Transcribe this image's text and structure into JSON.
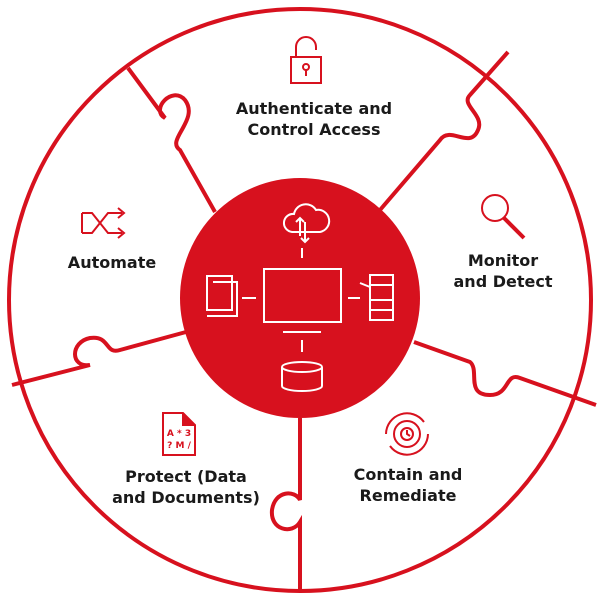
{
  "colors": {
    "accent": "#d7111e",
    "text": "#1a1a1a"
  },
  "center": {
    "icons": [
      "cloud-sync-icon",
      "documents-icon",
      "monitor-icon",
      "printer-icon",
      "database-icon"
    ]
  },
  "segments": [
    {
      "icon": "padlock-open-icon",
      "line1": "Authenticate and",
      "line2": "Control Access"
    },
    {
      "icon": "magnifier-icon",
      "line1": "Monitor",
      "line2": "and Detect"
    },
    {
      "icon": "gear-clock-icon",
      "line1": "Contain and",
      "line2": "Remediate"
    },
    {
      "icon": "encrypted-document-icon",
      "line1": "Protect (Data",
      "line2": "and Documents)",
      "doc_text1": "A * 3",
      "doc_text2": "? M /"
    },
    {
      "icon": "shuffle-arrows-icon",
      "line1": "Automate",
      "line2": ""
    }
  ]
}
